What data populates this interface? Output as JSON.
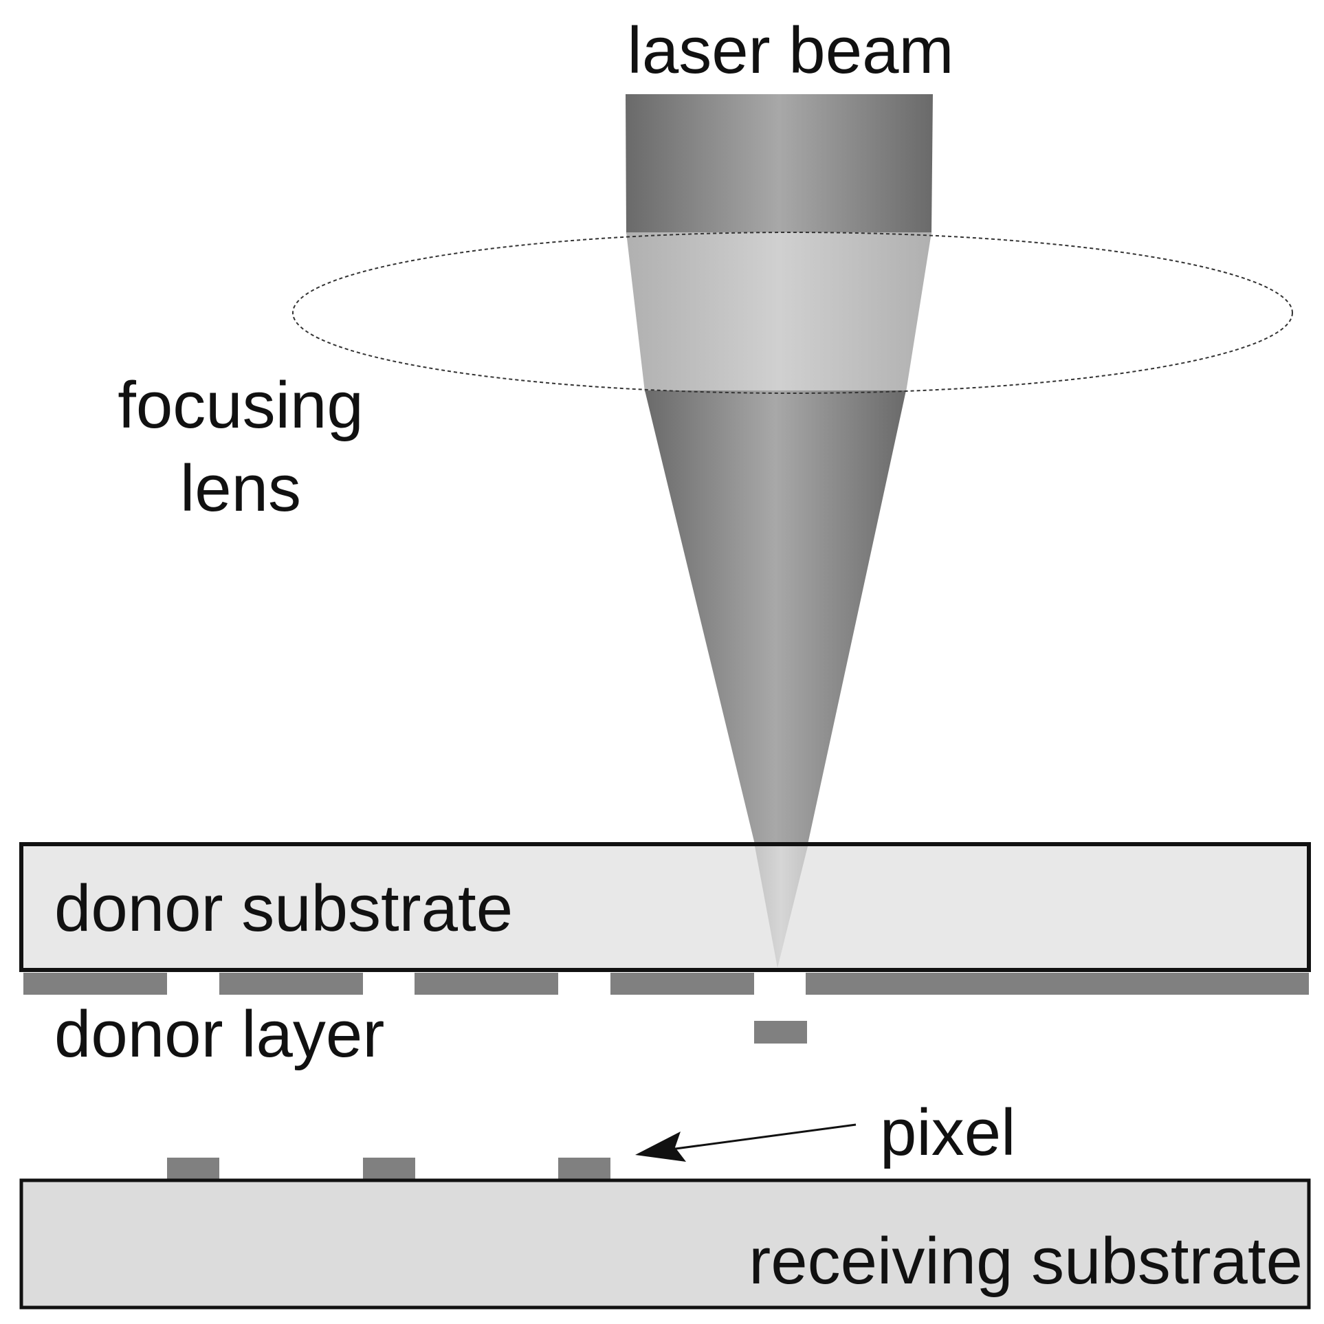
{
  "labels": {
    "laser_beam": "laser beam",
    "focusing_lens_line1": "focusing",
    "focusing_lens_line2": "lens",
    "donor_substrate": "donor substrate",
    "donor_layer": "donor layer",
    "pixel": "pixel",
    "receiving_substrate": "receiving substrate"
  },
  "colors": {
    "beam_dark": "#6e6e6e",
    "beam_light": "#ababab",
    "beam_in_lens_dark": "#b3b3b3",
    "beam_in_lens_light": "#d2d2d2",
    "donor_substrate_fill": "#e8e8e8",
    "receiving_substrate_fill": "#dcdcdc",
    "donor_layer_fill": "#808080",
    "outline": "#111111"
  }
}
